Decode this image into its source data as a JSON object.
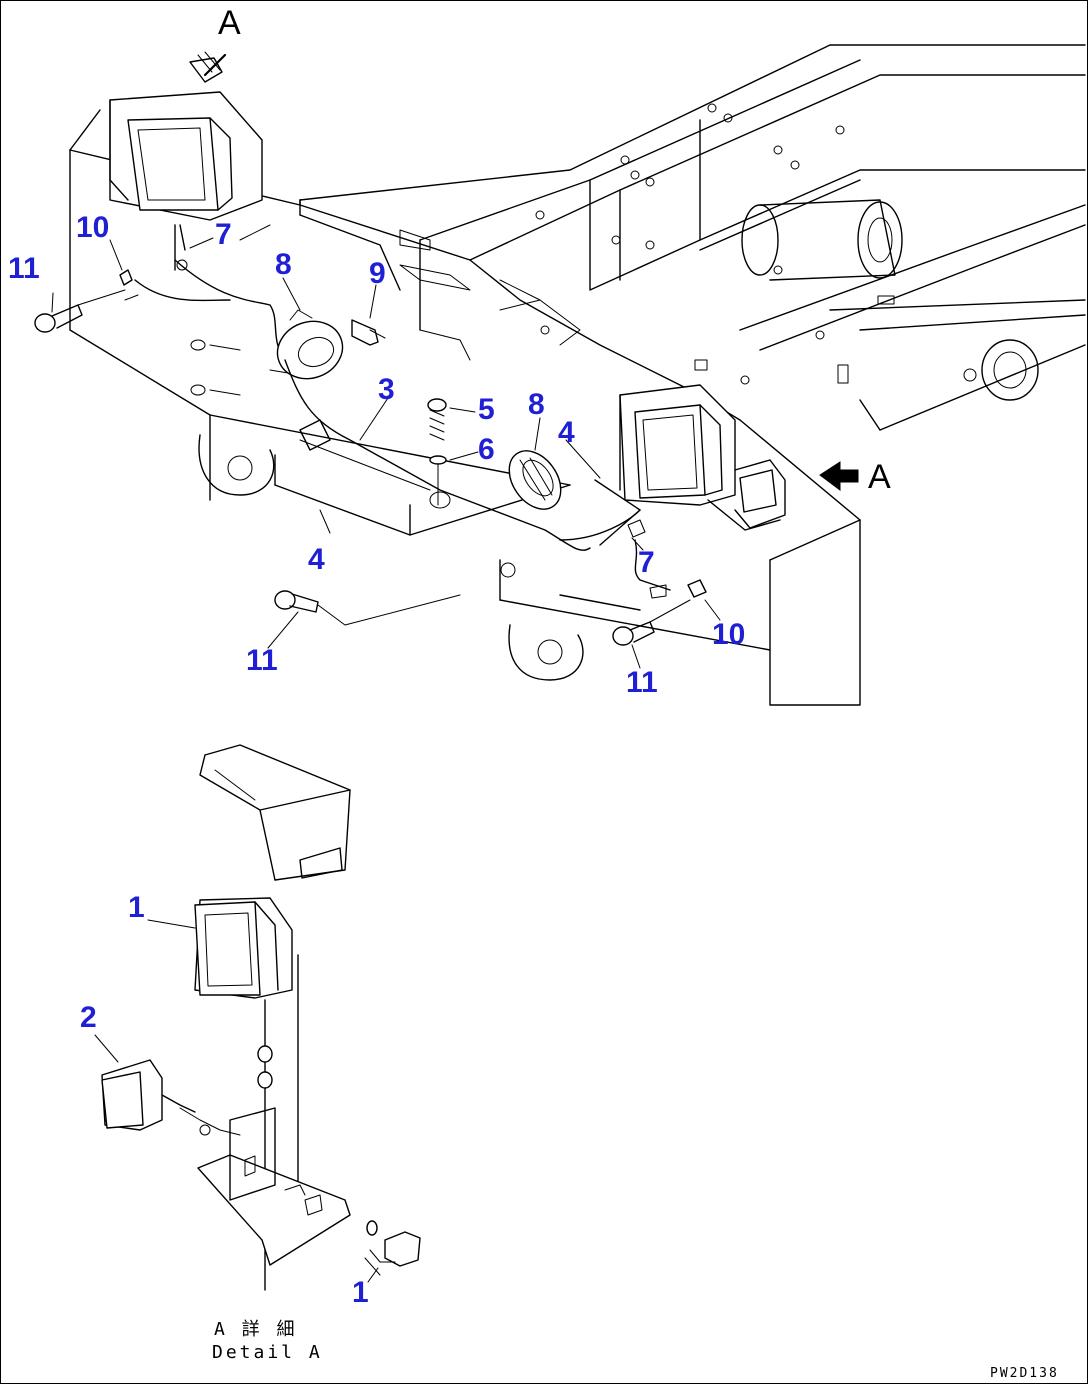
{
  "callouts": {
    "c1a": "1",
    "c1b": "1",
    "c2": "2",
    "c3": "3",
    "c4a": "4",
    "c4b": "4",
    "c5": "5",
    "c6": "6",
    "c7a": "7",
    "c7b": "7",
    "c8a": "8",
    "c8b": "8",
    "c9": "9",
    "c10a": "10",
    "c10b": "10",
    "c11a": "11",
    "c11b": "11",
    "c11c": "11"
  },
  "view_marks": {
    "top": "A",
    "right": "A"
  },
  "detail_caption": {
    "jp": "A 詳 細",
    "en": "Detail A"
  },
  "drawing_code": "PW2D138",
  "colors": {
    "callout": "#1f1fd6",
    "line": "#000000"
  }
}
